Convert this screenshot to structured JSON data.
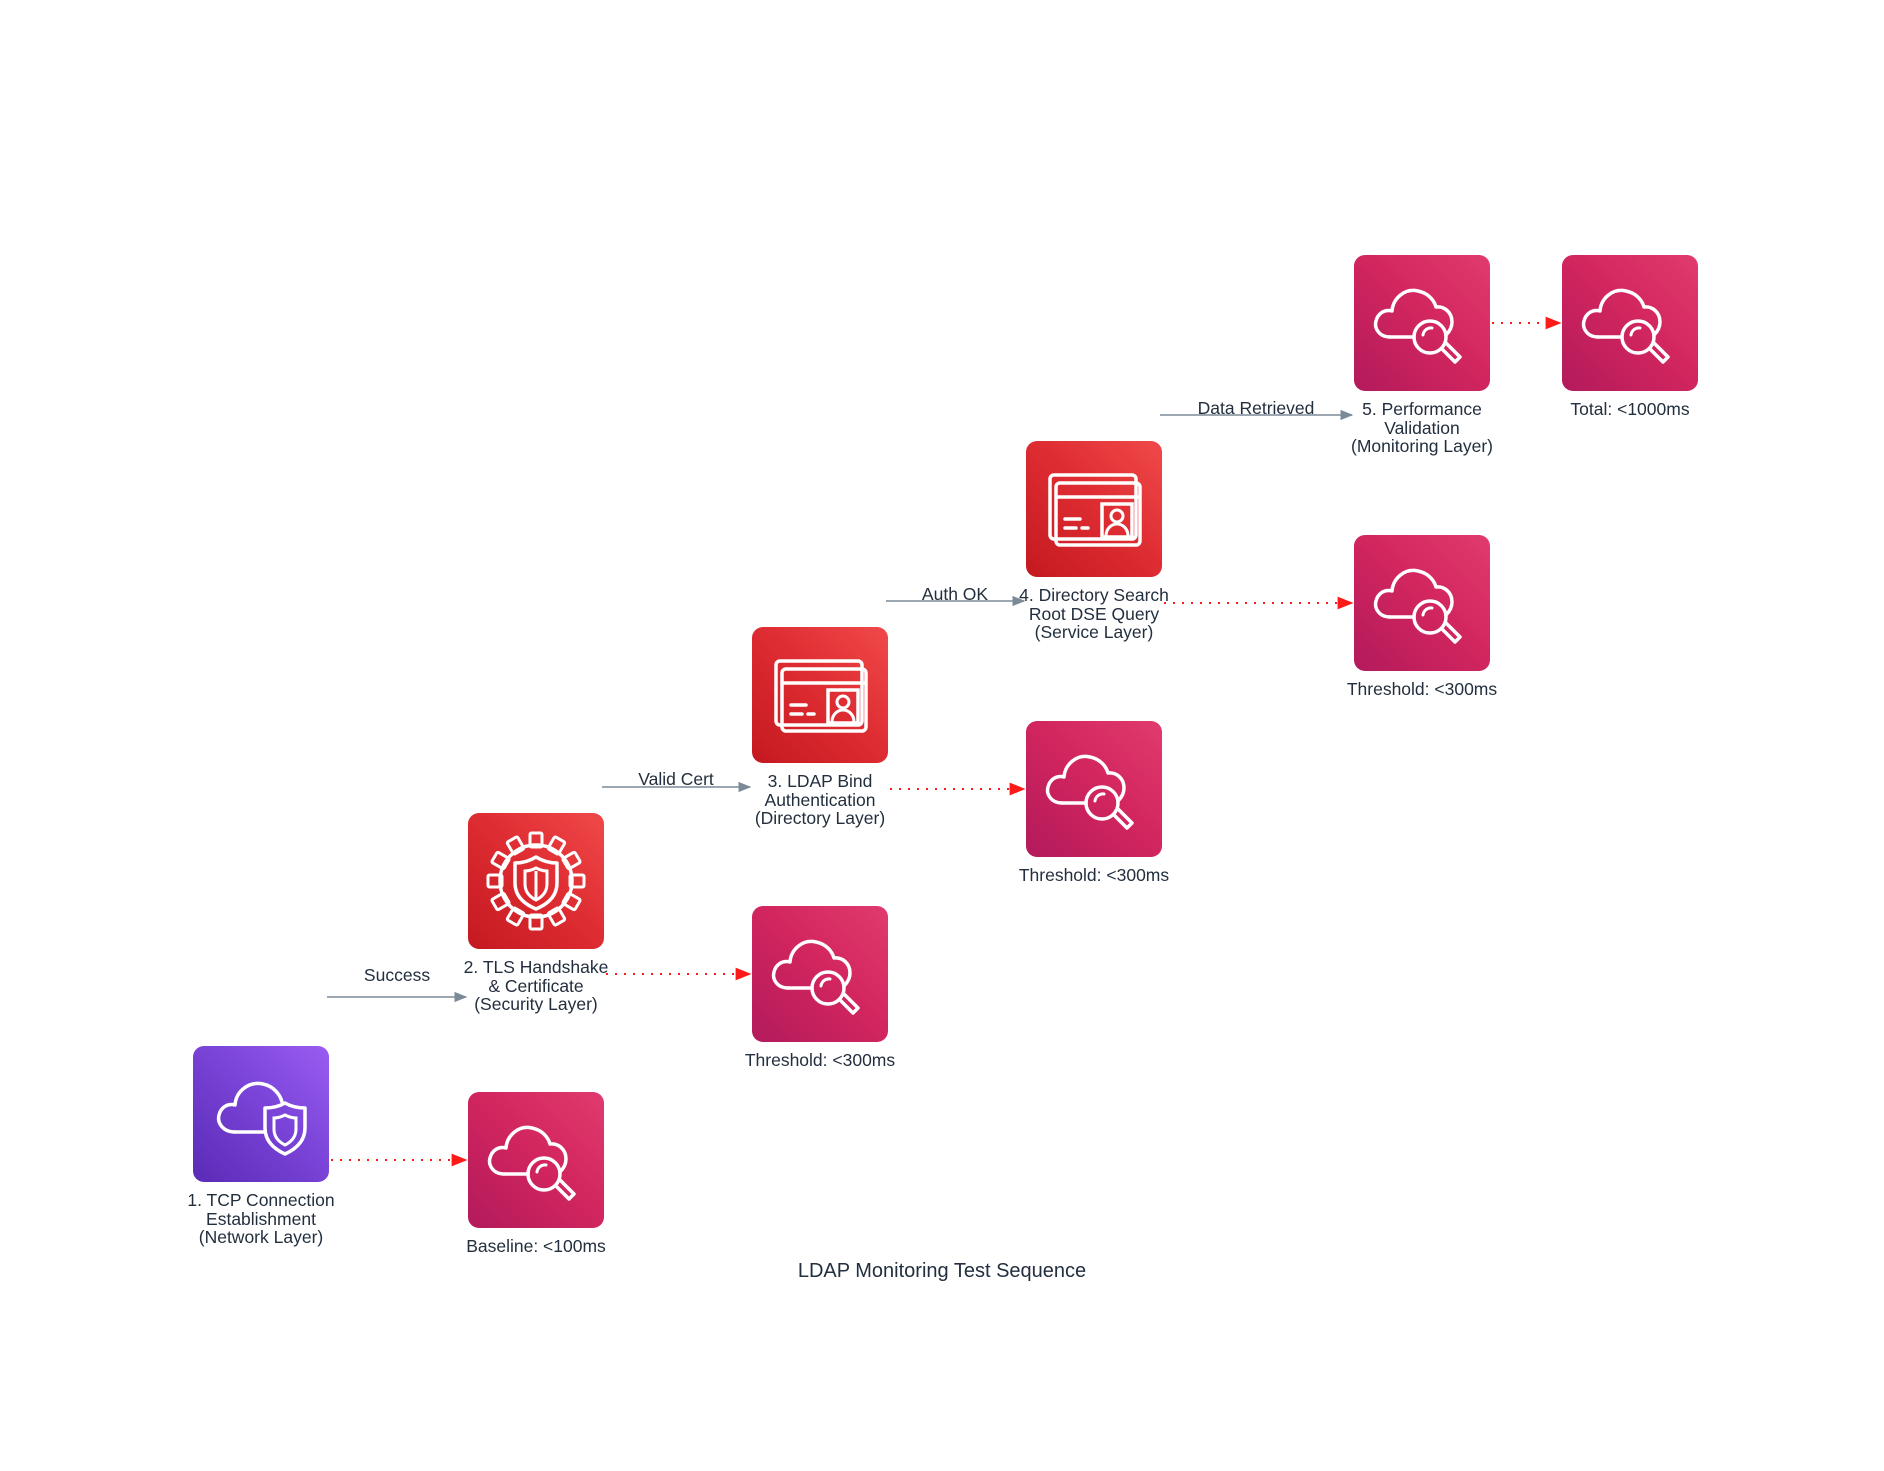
{
  "diagram": {
    "title": "LDAP Monitoring Test Sequence",
    "colors": {
      "step_edge": "#7b8a98",
      "monitor_edge": "#ff1a1a",
      "monitoring_tile": "#cc2264",
      "security_tile": "#dd2b2f",
      "network_tile": "#7b45d6"
    },
    "nodes": [
      {
        "id": "tcp",
        "icon": "cloud-shield-icon",
        "style": "net",
        "label": "1. TCP Connection\nEstablishment\n(Network Layer)"
      },
      {
        "id": "tcp-mon",
        "icon": "cloud-search-icon",
        "style": "mon",
        "label": "Baseline: <100ms"
      },
      {
        "id": "tls",
        "icon": "gear-shield-icon",
        "style": "sec",
        "label": "2. TLS Handshake\n& Certificate\n(Security Layer)"
      },
      {
        "id": "tls-mon",
        "icon": "cloud-search-icon",
        "style": "mon",
        "label": "Threshold: <300ms"
      },
      {
        "id": "bind",
        "icon": "identity-card-icon",
        "style": "sec",
        "label": "3. LDAP Bind\nAuthentication\n(Directory Layer)"
      },
      {
        "id": "bind-mon",
        "icon": "cloud-search-icon",
        "style": "mon",
        "label": "Threshold: <300ms"
      },
      {
        "id": "search",
        "icon": "identity-card-icon",
        "style": "sec",
        "label": "4. Directory Search\nRoot DSE Query\n(Service Layer)"
      },
      {
        "id": "search-mon",
        "icon": "cloud-search-icon",
        "style": "mon",
        "label": "Threshold: <300ms"
      },
      {
        "id": "perf",
        "icon": "cloud-search-icon",
        "style": "mon",
        "label": "5. Performance\nValidation\n(Monitoring Layer)"
      },
      {
        "id": "perf-mon",
        "icon": "cloud-search-icon",
        "style": "mon",
        "label": "Total: <1000ms"
      }
    ],
    "edges": [
      {
        "from": "tcp",
        "to": "tls",
        "kind": "step",
        "label": "Success"
      },
      {
        "from": "tls",
        "to": "bind",
        "kind": "step",
        "label": "Valid Cert"
      },
      {
        "from": "bind",
        "to": "search",
        "kind": "step",
        "label": "Auth OK"
      },
      {
        "from": "search",
        "to": "perf",
        "kind": "step",
        "label": "Data Retrieved"
      },
      {
        "from": "tcp",
        "to": "tcp-mon",
        "kind": "monitor",
        "label": ""
      },
      {
        "from": "tls",
        "to": "tls-mon",
        "kind": "monitor",
        "label": ""
      },
      {
        "from": "bind",
        "to": "bind-mon",
        "kind": "monitor",
        "label": ""
      },
      {
        "from": "search",
        "to": "search-mon",
        "kind": "monitor",
        "label": ""
      },
      {
        "from": "perf",
        "to": "perf-mon",
        "kind": "monitor",
        "label": ""
      }
    ]
  }
}
